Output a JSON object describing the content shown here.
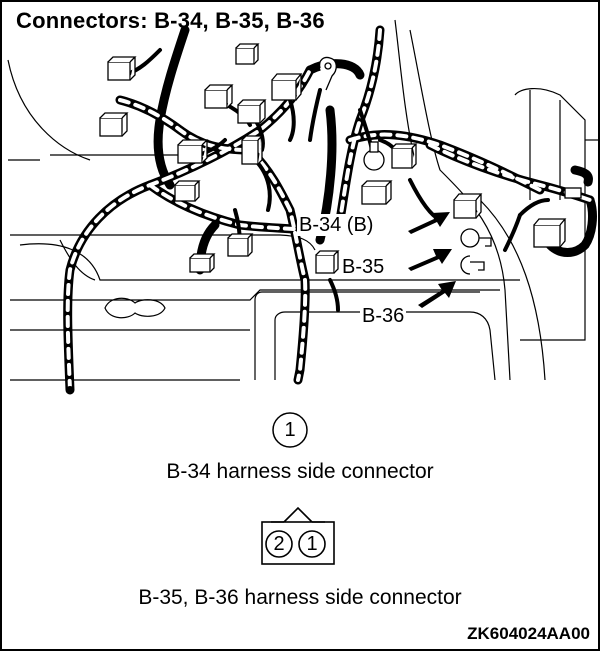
{
  "title": "Connectors: B-34, B-35, B-36",
  "callouts": {
    "b34": "B-34 (B)",
    "b35": "B-35",
    "b36": "B-36"
  },
  "connector_1": {
    "number": "1",
    "caption": "B-34 harness side connector"
  },
  "connector_2": {
    "pin_left": "2",
    "pin_right": "1",
    "caption": "B-35, B-36 harness side connector"
  },
  "figure_code": "ZK604024AA00"
}
